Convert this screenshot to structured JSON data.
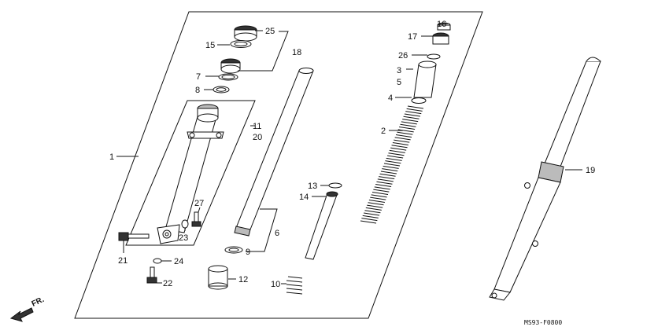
{
  "diagram": {
    "parts": [
      {
        "n": "25",
        "label": "25"
      },
      {
        "n": "15",
        "label": "15"
      },
      {
        "n": "18",
        "label": "18"
      },
      {
        "n": "7",
        "label": "7"
      },
      {
        "n": "8",
        "label": "8"
      },
      {
        "n": "11",
        "label": "11"
      },
      {
        "n": "20",
        "label": "20"
      },
      {
        "n": "1",
        "label": "1"
      },
      {
        "n": "27",
        "label": "27"
      },
      {
        "n": "23",
        "label": "23"
      },
      {
        "n": "21",
        "label": "21"
      },
      {
        "n": "24",
        "label": "24"
      },
      {
        "n": "22",
        "label": "22"
      },
      {
        "n": "6",
        "label": "6"
      },
      {
        "n": "9",
        "label": "9"
      },
      {
        "n": "12",
        "label": "12"
      },
      {
        "n": "13",
        "label": "13"
      },
      {
        "n": "14",
        "label": "14"
      },
      {
        "n": "10",
        "label": "10"
      },
      {
        "n": "16",
        "label": "16"
      },
      {
        "n": "17",
        "label": "17"
      },
      {
        "n": "26",
        "label": "26"
      },
      {
        "n": "3",
        "label": "3"
      },
      {
        "n": "5",
        "label": "5"
      },
      {
        "n": "4",
        "label": "4"
      },
      {
        "n": "2",
        "label": "2"
      },
      {
        "n": "19",
        "label": "19"
      }
    ],
    "direction_label": "FR.",
    "diagram_code": "MS93-F0800"
  }
}
